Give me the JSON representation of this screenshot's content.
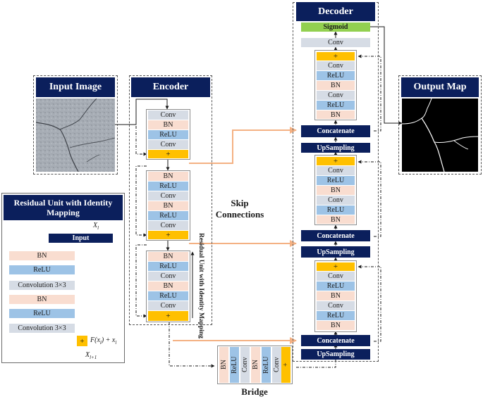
{
  "colors": {
    "navy": "#0b1f5c",
    "bn": "#f9ddd0",
    "relu": "#9dc3e6",
    "conv": "#d6dce5",
    "add": "#ffc000",
    "sigmoid": "#92d050",
    "skip": "#f4b183"
  },
  "input": {
    "title": "Input Image"
  },
  "output": {
    "title": "Output Map"
  },
  "encoder": {
    "title": "Encoder",
    "block1": [
      "Conv",
      "BN",
      "ReLU",
      "Conv",
      "+"
    ],
    "block2": [
      "BN",
      "ReLU",
      "Conv",
      "BN",
      "ReLU",
      "Conv",
      "+"
    ],
    "block3": [
      "BN",
      "ReLU",
      "Conv",
      "BN",
      "ReLU",
      "Conv",
      "+"
    ],
    "side_label": "Residual Unit with Identity Mapping"
  },
  "skip": {
    "label_line1": "Skip",
    "label_line2": "Connections"
  },
  "bridge": {
    "title": "Bridge",
    "layers": [
      "BN",
      "ReLU",
      "Conv",
      "BN",
      "ReLU",
      "Conv",
      "+"
    ]
  },
  "decoder": {
    "title": "Decoder",
    "sigmoid": "Sigmoid",
    "final_conv": "Conv",
    "block_top": [
      "+",
      "Conv",
      "ReLU",
      "BN",
      "Conv",
      "ReLU",
      "BN"
    ],
    "block_mid": [
      "+",
      "Conv",
      "ReLU",
      "BN",
      "Conv",
      "ReLU",
      "BN"
    ],
    "block_bot": [
      "+",
      "Conv",
      "ReLU",
      "BN",
      "Conv",
      "ReLU",
      "BN"
    ],
    "concatenate": "Concatenate",
    "upsampling": "UpSampling"
  },
  "residual_unit": {
    "title": "Residual Unit with Identity Mapping",
    "input": "Input",
    "layers": [
      "BN",
      "ReLU",
      "Convolution 3×3",
      "BN",
      "ReLU",
      "Convolution 3×3"
    ],
    "add": "+",
    "x_in": "X",
    "x_in_sub": "l",
    "formula": "F(x",
    "formula_sub": "l",
    "formula_tail": ") + x",
    "formula_tail_sub": "l",
    "x_out": "X",
    "x_out_sub": "l+1"
  }
}
